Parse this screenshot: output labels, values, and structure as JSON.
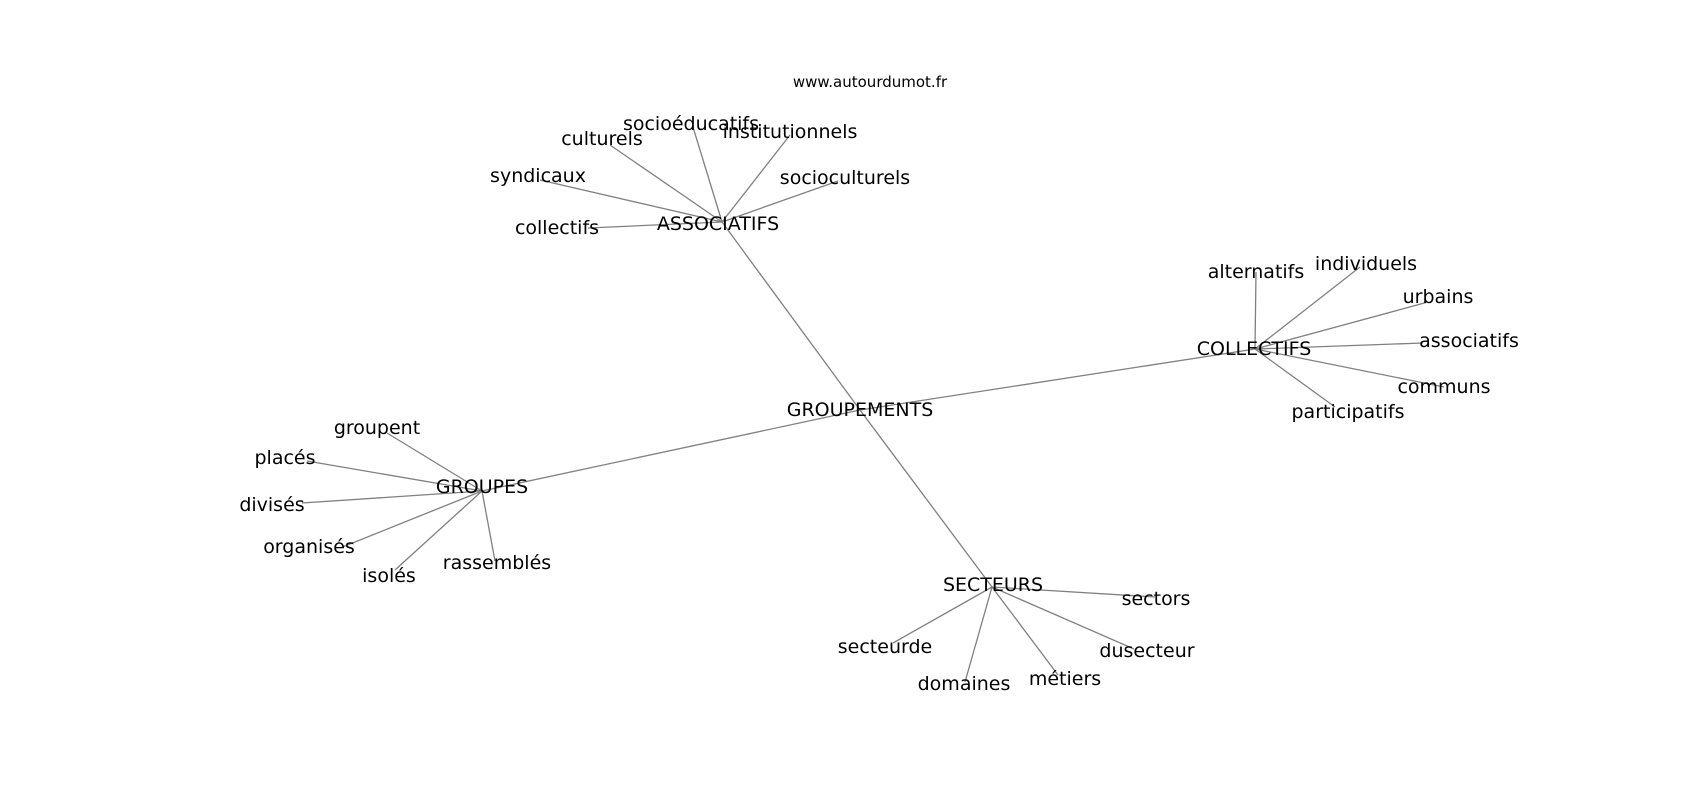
{
  "site": "www.autourdumot.fr",
  "colors": {
    "edge": "#808080",
    "text": "#000000",
    "background": "#ffffff"
  },
  "center": {
    "label": "GROUPEMENTS"
  },
  "clusters": [
    {
      "id": "associatifs",
      "label": "ASSOCIATIFS",
      "words": [
        "socioéducatifs",
        "culturels",
        "institutionnels",
        "syndicaux",
        "socioculturels",
        "collectifs"
      ]
    },
    {
      "id": "collectifs",
      "label": "COLLECTIFS",
      "words": [
        "alternatifs",
        "individuels",
        "urbains",
        "associatifs",
        "communs",
        "participatifs"
      ]
    },
    {
      "id": "groupes",
      "label": "GROUPES",
      "words": [
        "groupent",
        "placés",
        "divisés",
        "organisés",
        "isolés",
        "rassemblés"
      ]
    },
    {
      "id": "secteurs",
      "label": "SECTEURS",
      "words": [
        "sectors",
        "secteurde",
        "dusecteur",
        "domaines",
        "métiers"
      ]
    }
  ]
}
